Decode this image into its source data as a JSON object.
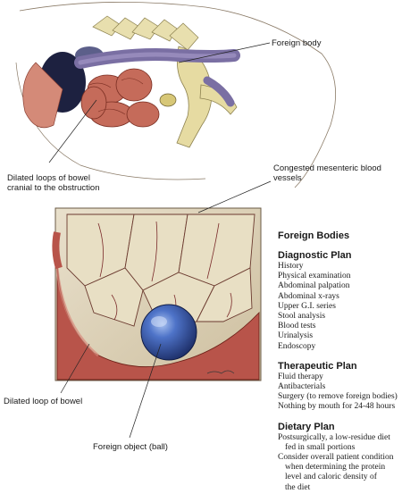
{
  "labels": {
    "foreign_body": "Foreign body",
    "dilated_cranial_1": "Dilated loops of bowel",
    "dilated_cranial_2": "cranial to the obstruction",
    "congested_1": "Congested mesenteric blood",
    "congested_2": "vessels",
    "dilated_loop": "Dilated loop of bowel",
    "foreign_object": "Foreign object (ball)"
  },
  "panel": {
    "title": "Foreign Bodies",
    "diagnostic": {
      "heading": "Diagnostic Plan",
      "items": [
        "History",
        "Physical examination",
        "Abdominal palpation",
        "Abdominal x-rays",
        "Upper G.I. series",
        "Stool analysis",
        "Blood tests",
        "Urinalysis",
        "Endoscopy"
      ]
    },
    "therapeutic": {
      "heading": "Therapeutic Plan",
      "items": [
        "Fluid therapy",
        "Antibacterials",
        "Surgery (to remove foreign bodies)",
        "Nothing by mouth for 24-48 hours"
      ]
    },
    "dietary": {
      "heading": "Dietary Plan",
      "items": [
        [
          "Postsurgically, a low-residue diet",
          "fed in small portions"
        ],
        [
          "Consider overall patient condition",
          "when determining the protein",
          "level and caloric density of",
          "the diet"
        ]
      ]
    }
  },
  "colors": {
    "bowel": "#b8544a",
    "mesentery": "#e6dcc0",
    "ball": "#3a5fb4",
    "vessel": "#7a2a2a"
  }
}
